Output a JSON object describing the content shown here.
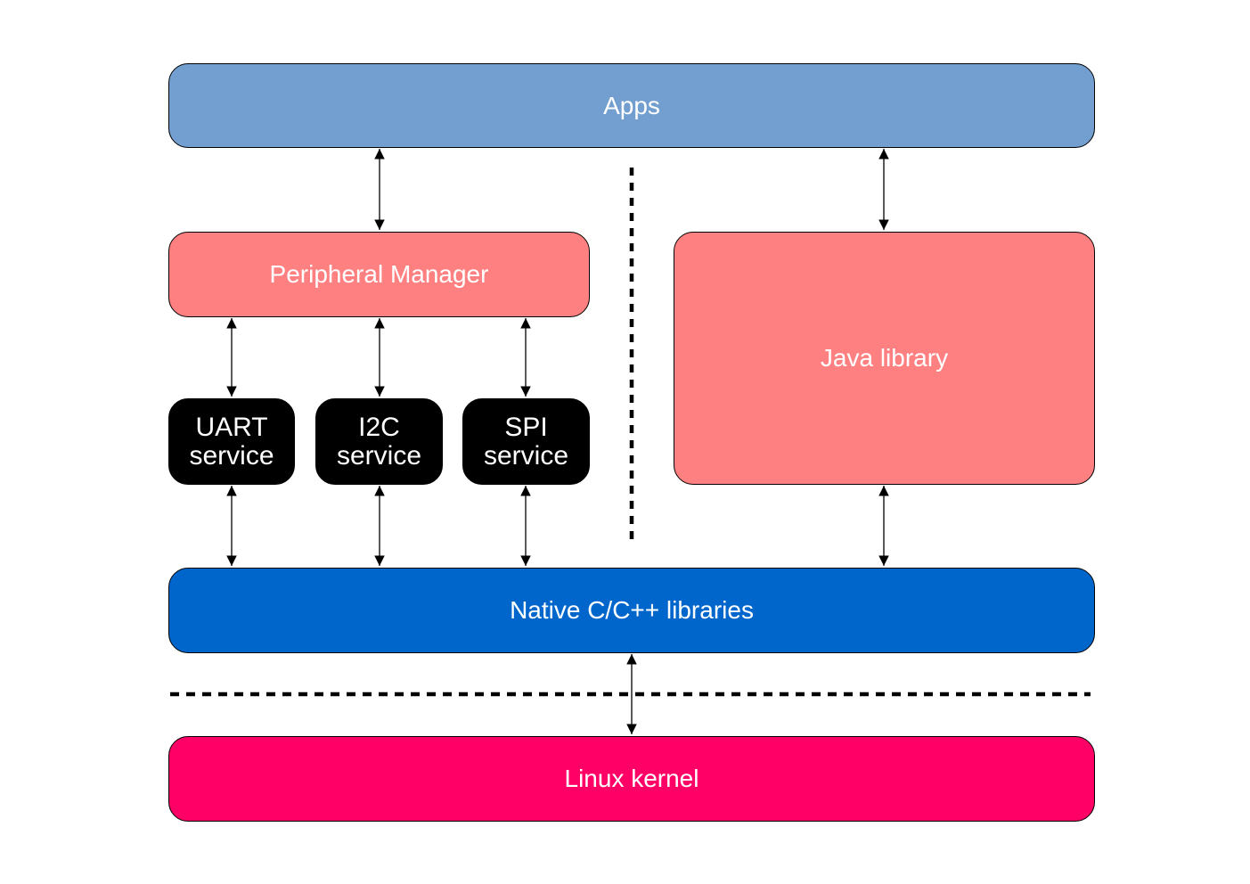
{
  "colors": {
    "apps": "#729fcf",
    "peripheral_manager": "#ff8080",
    "java_library": "#ff8080",
    "services": "#000000",
    "native": "#0066cc",
    "kernel": "#ff0066",
    "text": "#ffffff"
  },
  "layers": {
    "apps": "Apps",
    "peripheral_manager": "Peripheral Manager",
    "java_library": "Java library",
    "native": "Native C/C++ libraries",
    "kernel": "Linux kernel"
  },
  "services": [
    {
      "line1": "UART",
      "line2": "service"
    },
    {
      "line1": "I2C",
      "line2": "service"
    },
    {
      "line1": "SPI",
      "line2": "service"
    }
  ],
  "connectors": [
    {
      "from": "Apps",
      "to": "Peripheral Manager",
      "direction": "bidirectional"
    },
    {
      "from": "Apps",
      "to": "Java library",
      "direction": "bidirectional"
    },
    {
      "from": "Peripheral Manager",
      "to": "UART service",
      "direction": "bidirectional"
    },
    {
      "from": "Peripheral Manager",
      "to": "I2C service",
      "direction": "bidirectional"
    },
    {
      "from": "Peripheral Manager",
      "to": "SPI service",
      "direction": "bidirectional"
    },
    {
      "from": "UART service",
      "to": "Native C/C++ libraries",
      "direction": "bidirectional"
    },
    {
      "from": "I2C service",
      "to": "Native C/C++ libraries",
      "direction": "bidirectional"
    },
    {
      "from": "SPI service",
      "to": "Native C/C++ libraries",
      "direction": "bidirectional"
    },
    {
      "from": "Java library",
      "to": "Native C/C++ libraries",
      "direction": "bidirectional"
    },
    {
      "from": "Native C/C++ libraries",
      "to": "Linux kernel",
      "direction": "bidirectional"
    }
  ],
  "separators": [
    {
      "orientation": "vertical",
      "style": "dashed"
    },
    {
      "orientation": "horizontal",
      "style": "dashed"
    }
  ]
}
